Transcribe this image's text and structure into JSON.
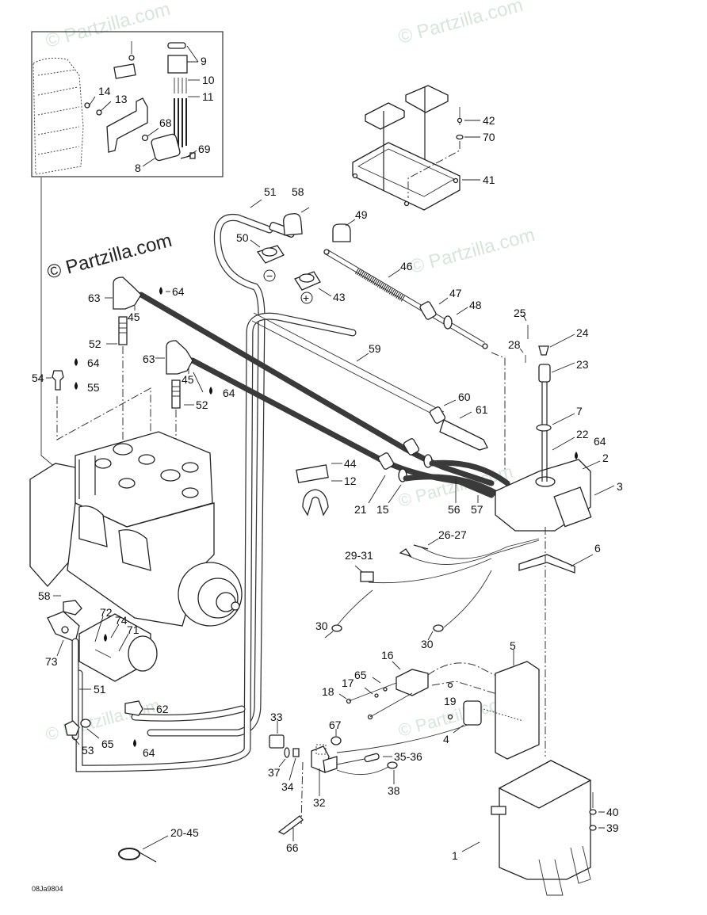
{
  "diagram": {
    "type": "exploded-parts-diagram",
    "subject": "Engine electrical / ignition and battery system",
    "drawing_code": "08Ja9804",
    "watermarks": [
      {
        "text": "© Partzilla.com",
        "style": "faint"
      },
      {
        "text": "© Partzilla.com",
        "style": "faint"
      },
      {
        "text": "© Partzilla.com",
        "style": "dark"
      },
      {
        "text": "© Partzilla.com",
        "style": "faint"
      },
      {
        "text": "© Partzilla.com",
        "style": "faint"
      },
      {
        "text": "© Partzilla.com",
        "style": "faint"
      },
      {
        "text": "© Partzilla.com",
        "style": "faint"
      }
    ],
    "polarity": {
      "negative": "−",
      "positive": "+"
    },
    "callouts": {
      "c9": "9",
      "c10": "10",
      "c11": "11",
      "c14": "14",
      "c13": "13",
      "c68": "68",
      "c69": "69",
      "c8": "8",
      "c42": "42",
      "c70": "70",
      "c41": "41",
      "c51a": "51",
      "c58a": "58",
      "c49": "49",
      "c50": "50",
      "c43": "43",
      "c46": "46",
      "c47": "47",
      "c48": "48",
      "c63a": "63",
      "c64a": "64",
      "c45a": "45",
      "c52a": "52",
      "c54": "54",
      "c64b": "64",
      "c55": "55",
      "c63b": "63",
      "c45b": "45",
      "c64c": "64",
      "c52b": "52",
      "c59": "59",
      "c25": "25",
      "c24": "24",
      "c28": "28",
      "c23": "23",
      "c60": "60",
      "c61": "61",
      "c7": "7",
      "c22": "22",
      "c64d": "64",
      "c2": "2",
      "c3": "3",
      "c44": "44",
      "c12": "12",
      "c21": "21",
      "c15": "15",
      "c56": "56",
      "c57": "57",
      "c26_27": "26-27",
      "c29_31": "29-31",
      "c30a": "30",
      "c30b": "30",
      "c6": "6",
      "c58b": "58",
      "c72": "72",
      "c74": "74",
      "c71": "71",
      "c73": "73",
      "c51b": "51",
      "c62": "62",
      "c53": "53",
      "c65a": "65",
      "c64e": "64",
      "c16": "16",
      "c5": "5",
      "c65b": "65",
      "c17": "17",
      "c18": "18",
      "c19": "19",
      "c4": "4",
      "c33": "33",
      "c67": "67",
      "c35_36": "35-36",
      "c37": "37",
      "c34": "34",
      "c32": "32",
      "c38": "38",
      "c66": "66",
      "c40": "40",
      "c39": "39",
      "c1": "1",
      "c20_45": "20-45"
    }
  }
}
